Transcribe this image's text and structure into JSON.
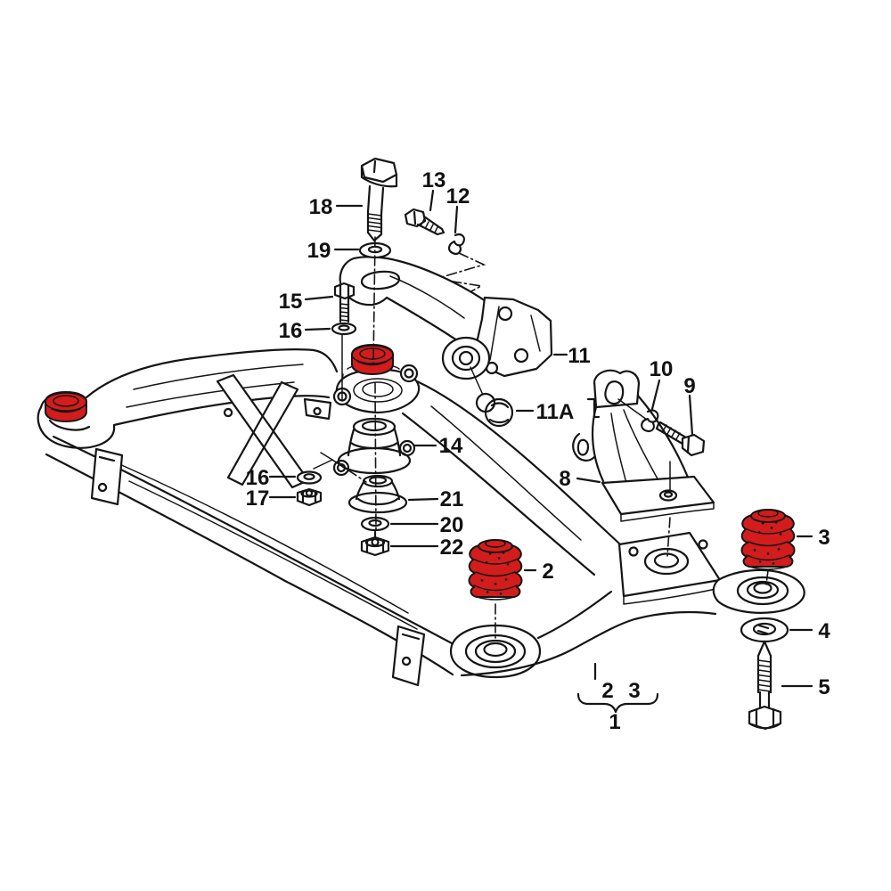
{
  "figure": {
    "background": "#ffffff",
    "line_color": "#151515",
    "highlight_color": "#d31c1c"
  },
  "callouts": [
    {
      "label": "18",
      "target": "hex-bolt-18"
    },
    {
      "label": "19",
      "target": "washer-19"
    },
    {
      "label": "13",
      "target": "hex-bolt-13"
    },
    {
      "label": "12",
      "target": "spring-clip-12"
    },
    {
      "label": "15",
      "target": "hex-bolt-15"
    },
    {
      "label": "16",
      "target": "washer-16-upper"
    },
    {
      "label": "11",
      "target": "engine-mount-arm-11"
    },
    {
      "label": "11A",
      "target": "fastener-11a"
    },
    {
      "label": "14",
      "target": "engine-mount-14"
    },
    {
      "label": "16",
      "target": "washer-16-lower"
    },
    {
      "label": "17",
      "target": "hex-nut-17"
    },
    {
      "label": "21",
      "target": "bushing-21"
    },
    {
      "label": "20",
      "target": "washer-20"
    },
    {
      "label": "22",
      "target": "hex-nut-22"
    },
    {
      "label": "10",
      "target": "spring-clip-10"
    },
    {
      "label": "9",
      "target": "hex-bolt-9"
    },
    {
      "label": "8",
      "target": "support-bracket-8"
    },
    {
      "label": "3",
      "target": "bushing-3-highlighted"
    },
    {
      "label": "2",
      "target": "bushing-2-highlighted"
    },
    {
      "label": "4",
      "target": "washer-4"
    },
    {
      "label": "5",
      "target": "hex-bolt-5"
    }
  ],
  "assembly_group": {
    "grouped_callouts": [
      "2",
      "3"
    ],
    "group_label": "1"
  }
}
